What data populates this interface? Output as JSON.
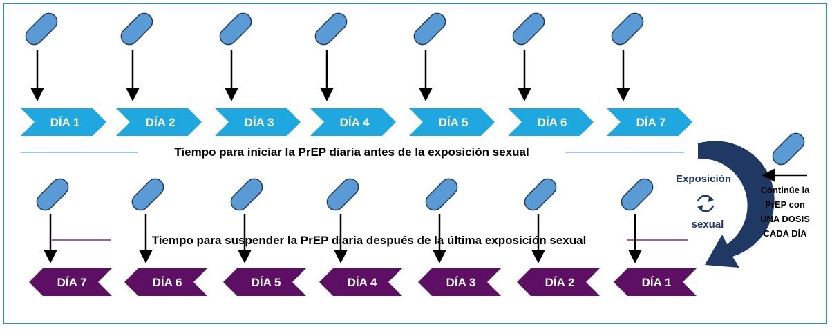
{
  "colors": {
    "frame": "#3b8ea5",
    "before_chevron": "#1fa7e0",
    "after_chevron": "#5c0f63",
    "pill_fill": "#5b9bd5",
    "pill_stroke": "#1f3b5c",
    "curve": "#1f3864",
    "line_top": "#8fb4e3",
    "line_bottom": "#7b2d7f"
  },
  "before": {
    "days": [
      "DÍA 1",
      "DÍA 2",
      "DÍA 3",
      "DÍA 4",
      "DÍA 5",
      "DÍA 6",
      "DÍA 7"
    ],
    "caption": "Tiempo para iniciar la PrEP diaria antes de la exposición sexual"
  },
  "after": {
    "days": [
      "DÍA 7",
      "DÍA 6",
      "DÍA 5",
      "DÍA 4",
      "DÍA 3",
      "DÍA 2",
      "DÍA 1"
    ],
    "caption": "Tiempo para suspender la PrEP diaria después de la última exposición sexual"
  },
  "exposure": {
    "line1": "Exposición",
    "line2": "sexual",
    "icon": "cycle-arrows-icon"
  },
  "continue_note": {
    "lines": [
      "Continúe la",
      "PrEP con",
      "UNA DOSIS",
      "CADA DÍA"
    ]
  }
}
